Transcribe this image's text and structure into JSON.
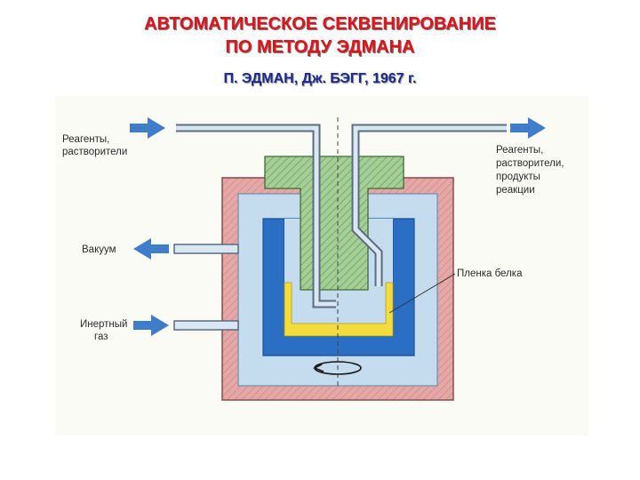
{
  "title": {
    "line1": "АВТОМАТИЧЕСКОЕ СЕКВЕНИРОВАНИЕ",
    "line2": "ПО МЕТОДУ ЭДМАНА",
    "line3": "П. ЭДМАН, Дж. БЭГГ, 1967 г."
  },
  "labels": {
    "reagents_in": [
      "Реагенты,",
      "растворители"
    ],
    "reagents_out": [
      "Реагенты,",
      "растворители,",
      "продукты",
      "реакции"
    ],
    "vacuum": [
      "Вакуум"
    ],
    "inert_gas": [
      "Инертный",
      "газ"
    ],
    "protein_film": [
      "Пленка белка"
    ]
  },
  "colors": {
    "title_red": "#e0131b",
    "subtitle_blue": "#1a2a8c",
    "outer_jacket": "#e4a8a6",
    "inner_light_blue": "#c4dcee",
    "cup_dark_blue": "#2a6fc4",
    "green_stopper": "#a6cf98",
    "protein_film": "#f2dc3e",
    "arrow_blue": "#3f7cc9"
  }
}
